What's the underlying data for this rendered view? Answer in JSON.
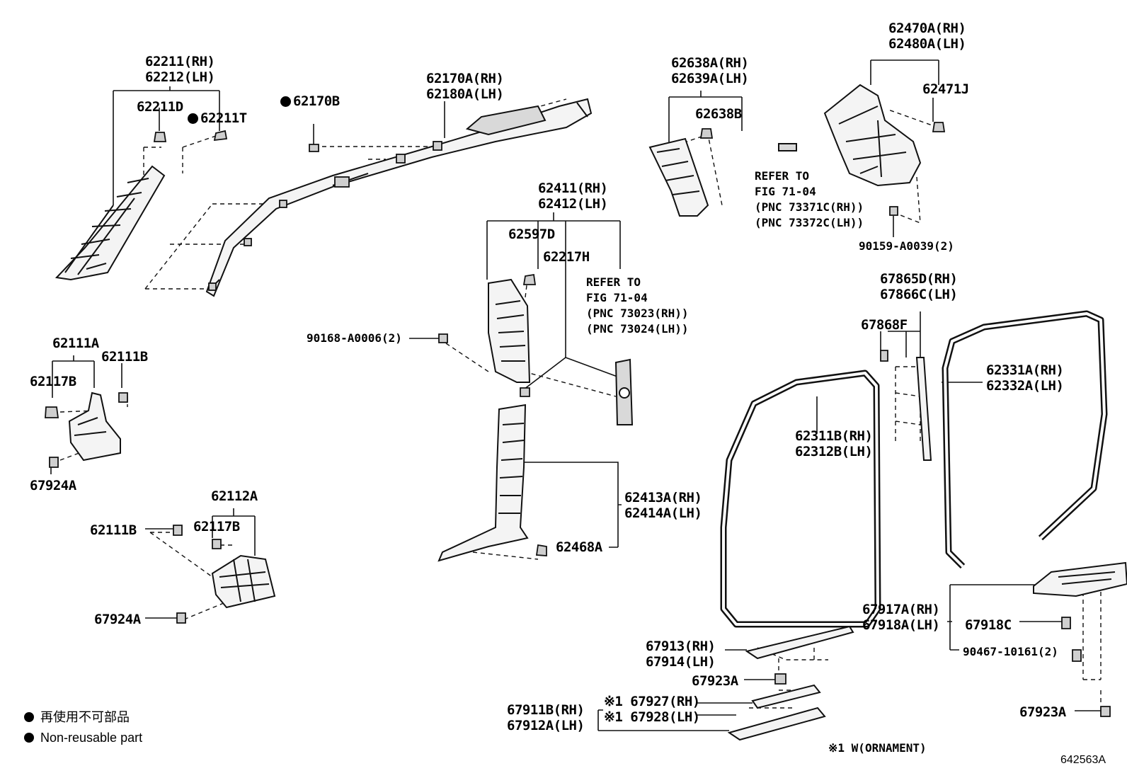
{
  "labels": {
    "p62211_rh": "62211(RH)",
    "p62212_lh": "62212(LH)",
    "p62211d": "62211D",
    "p62211t": "62211T",
    "p62170b": "62170B",
    "p62170a_rh": "62170A(RH)",
    "p62180a_lh": "62180A(LH)",
    "p62638a_rh": "62638A(RH)",
    "p62639a_lh": "62639A(LH)",
    "p62638b": "62638B",
    "p62470a_rh": "62470A(RH)",
    "p62480a_lh": "62480A(LH)",
    "p62471j": "62471J",
    "ref1_l1": "REFER TO",
    "ref1_l2": "FIG 71-04",
    "ref1_l3": "(PNC 73371C(RH))",
    "ref1_l4": "(PNC 73372C(LH))",
    "p90159": "90159-A0039(2)",
    "p62411_rh": "62411(RH)",
    "p62412_lh": "62412(LH)",
    "p62597d": "62597D",
    "p62217h": "62217H",
    "ref2_l1": "REFER TO",
    "ref2_l2": "FIG 71-04",
    "ref2_l3": "(PNC 73023(RH))",
    "ref2_l4": "(PNC 73024(LH))",
    "p90168": "90168-A0006(2)",
    "p62111a": "62111A",
    "p62111b_a": "62111B",
    "p62117b_a": "62117B",
    "p67924a_a": "67924A",
    "p67865d_rh": "67865D(RH)",
    "p67866c_lh": "67866C(LH)",
    "p67868f": "67868F",
    "p62331a_rh": "62331A(RH)",
    "p62332a_lh": "62332A(LH)",
    "p62311b_rh": "62311B(RH)",
    "p62312b_lh": "62312B(LH)",
    "p62413a_rh": "62413A(RH)",
    "p62414a_lh": "62414A(LH)",
    "p62468a": "62468A",
    "p62112a": "62112A",
    "p62111b_b": "62111B",
    "p62117b_b": "62117B",
    "p67924a_b": "67924A",
    "p67917a_rh": "67917A(RH)",
    "p67918a_lh": "67918A(LH)",
    "p67918c": "67918C",
    "p90467": "90467-10161(2)",
    "p67913_rh": "67913(RH)",
    "p67914_lh": "67914(LH)",
    "p67923a_a": "67923A",
    "p67923a_b": "67923A",
    "p67911b_rh": "67911B(RH)",
    "p67912a_lh": "67912A(LH)",
    "p67927_rh": "※1 67927(RH)",
    "p67928_lh": "※1 67928(LH)",
    "ornament_note": "※1 W(ORNAMENT)",
    "legend_jp": "再使用不可部品",
    "legend_en": "Non-reusable part",
    "diagram_code": "642563A"
  }
}
